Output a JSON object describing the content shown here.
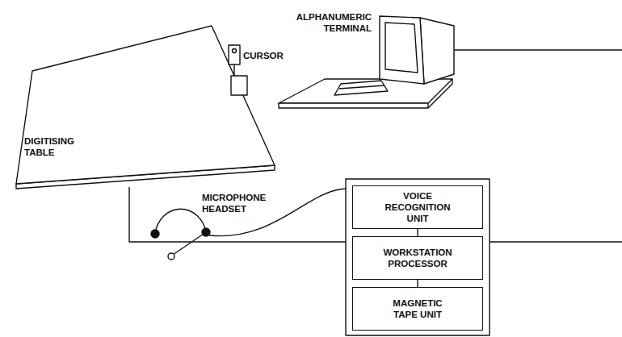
{
  "diagram": {
    "nodes": [
      {
        "text": [
          "VOICE RECOGNITION UNIT"
        ]
      },
      {
        "text": [
          "WORKSTATION PROCESSOR"
        ]
      },
      {
        "text": [
          "MAGNETIC TAPE UNIT"
        ]
      }
    ],
    "edges": [
      {
        "from": 0,
        "to": 1,
        "arrow": "none"
      },
      {
        "from": 1,
        "to": 2,
        "arrow": "none"
      }
    ],
    "labels": [
      "ALPHANUMERIC TERMINAL",
      "CURSOR",
      "DIGITISING TABLE",
      "MICROPHONE HEADSET"
    ]
  }
}
